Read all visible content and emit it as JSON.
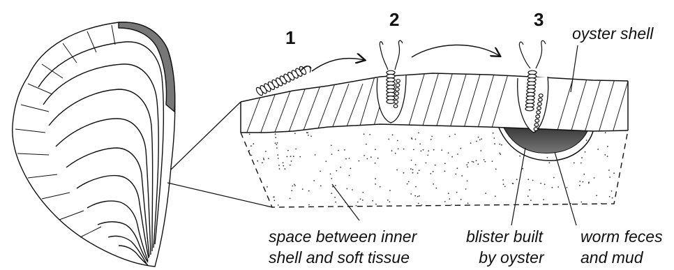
{
  "steps": {
    "step1": "1",
    "step2": "2",
    "step3": "3"
  },
  "labels": {
    "oyster_shell": "oyster shell",
    "space_line1": "space between inner",
    "space_line2": "shell and soft tissue",
    "blister_line1": "blister built",
    "blister_line2": "by oyster",
    "feces_line1": "worm feces",
    "feces_line2": "and mud"
  },
  "colors": {
    "ink": "#111111",
    "feces_fill": "#555555"
  }
}
